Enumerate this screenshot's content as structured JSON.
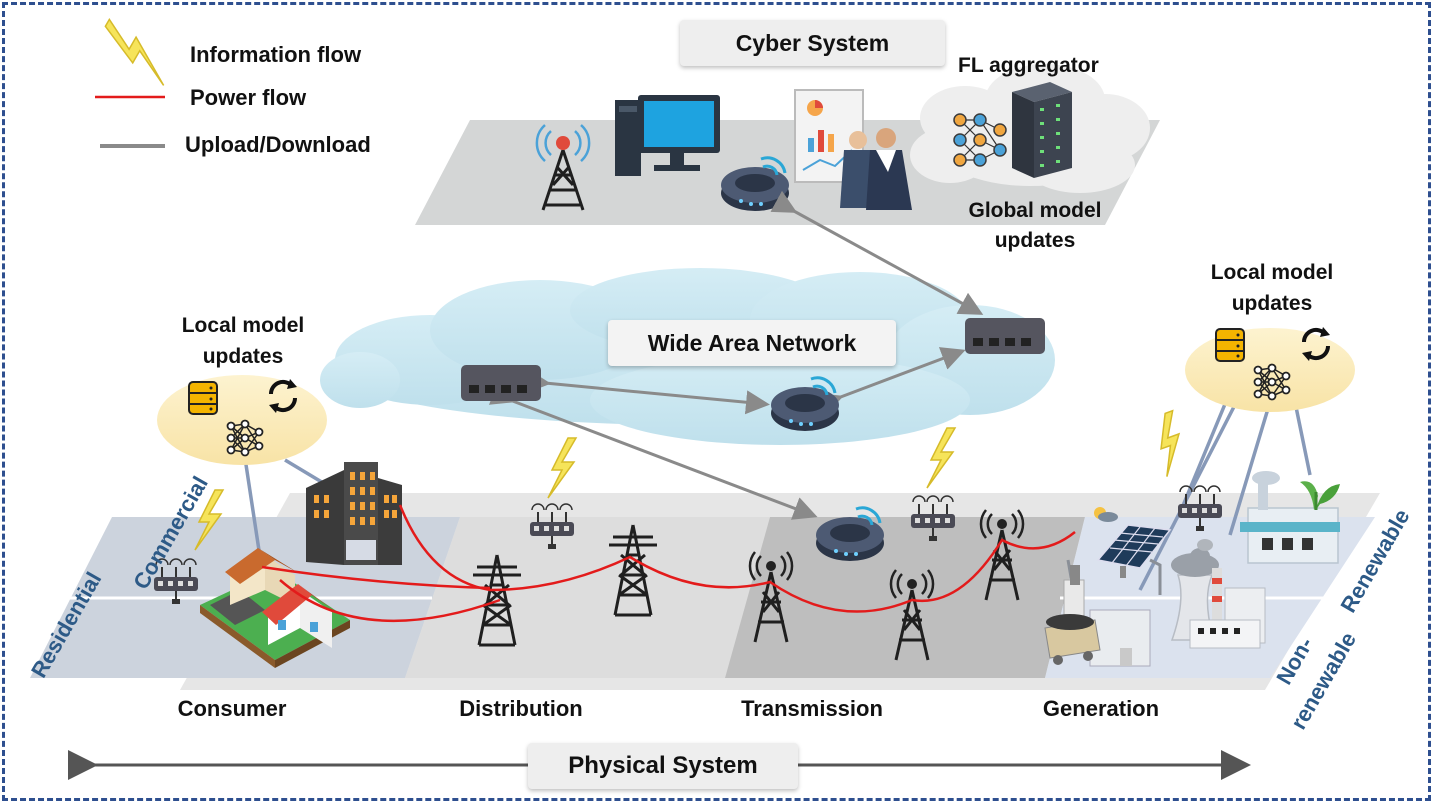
{
  "legend": {
    "information_flow": "Information flow",
    "power_flow": "Power flow",
    "upload_download": "Upload/Download"
  },
  "cyber": {
    "title": "Cyber System",
    "fl_aggregator": "FL aggregator",
    "global_updates_line1": "Global model",
    "global_updates_line2": "updates"
  },
  "wan": {
    "title": "Wide Area Network"
  },
  "local_left": {
    "line1": "Local model",
    "line2": "updates"
  },
  "local_right": {
    "line1": "Local model",
    "line2": "updates"
  },
  "zones": {
    "consumer": "Consumer",
    "distribution": "Distribution",
    "transmission": "Transmission",
    "generation": "Generation"
  },
  "sub_labels": {
    "residential": "Residential",
    "commercial": "Commercial",
    "renewable": "Renewable",
    "non": "Non-",
    "renewable2": "renewable"
  },
  "physical": {
    "title": "Physical System"
  },
  "colors": {
    "frame": "#2e4f8f",
    "power_flow": "#e31b1b",
    "upload": "#8a8a8a",
    "lightning": "#f6e45a",
    "label_blue": "#2d5a87"
  }
}
